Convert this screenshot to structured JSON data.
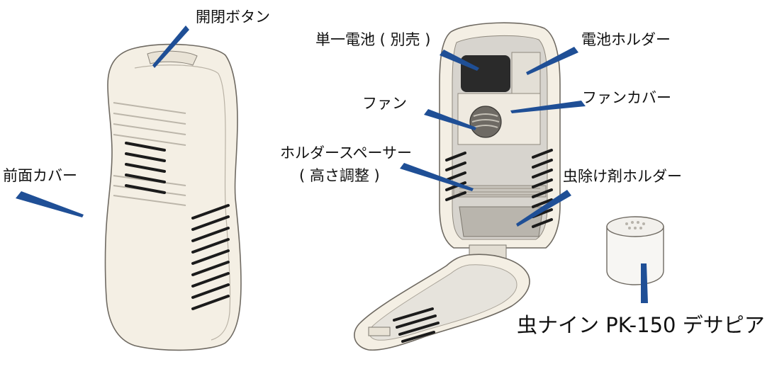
{
  "labels": {
    "open_close_button": "開閉ボタン",
    "front_cover": "前面カバー",
    "battery": "単一電池 ( 別売 )",
    "fan": "ファン",
    "holder_spacer_line1": "ホルダースペーサー",
    "holder_spacer_line2": "( 高さ調整 )",
    "battery_holder": "電池ホルダー",
    "fan_cover": "ファンカバー",
    "repellent_holder": "虫除け剤ホルダー",
    "product_name": "虫ナイン PK-150 デサピア"
  },
  "colors": {
    "leader_line": "#1f4f96",
    "device_body": "#f4efe4",
    "device_outline": "#6f6a62",
    "vent_dark": "#1b1b1b",
    "interior": "#d7d4ce"
  }
}
